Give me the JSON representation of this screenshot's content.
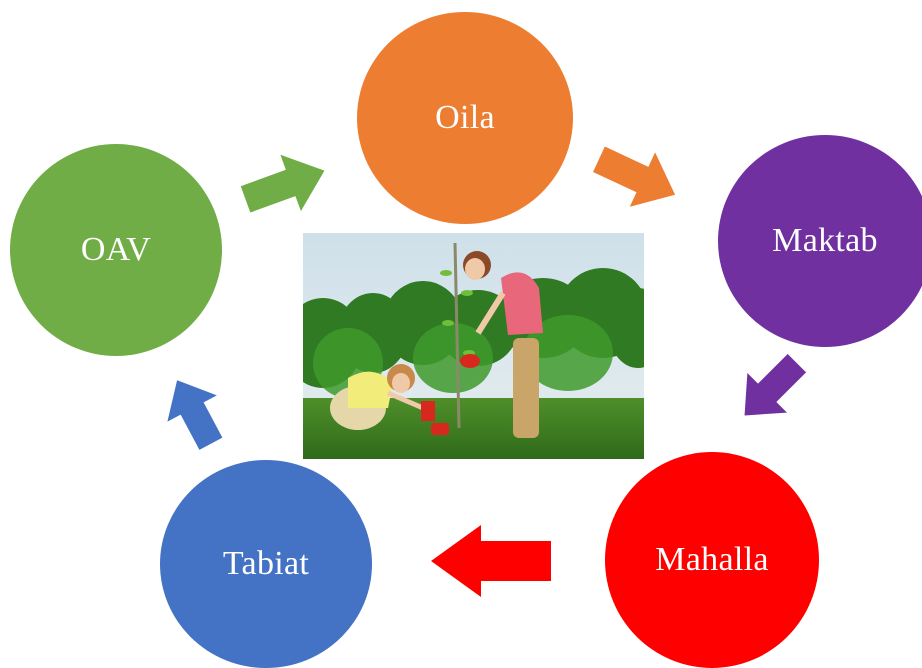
{
  "colors": {
    "oila": "#ed7d31",
    "maktab": "#7030a0",
    "mahalla": "#ff0000",
    "tabiat": "#4472c4",
    "oav": "#70ad47"
  },
  "nodes": {
    "oila": "Oila",
    "maktab": "Maktab",
    "mahalla": "Mahalla",
    "tabiat": "Tabiat",
    "oav": "OAV"
  },
  "photo": {
    "subject": "children-planting-tree"
  }
}
